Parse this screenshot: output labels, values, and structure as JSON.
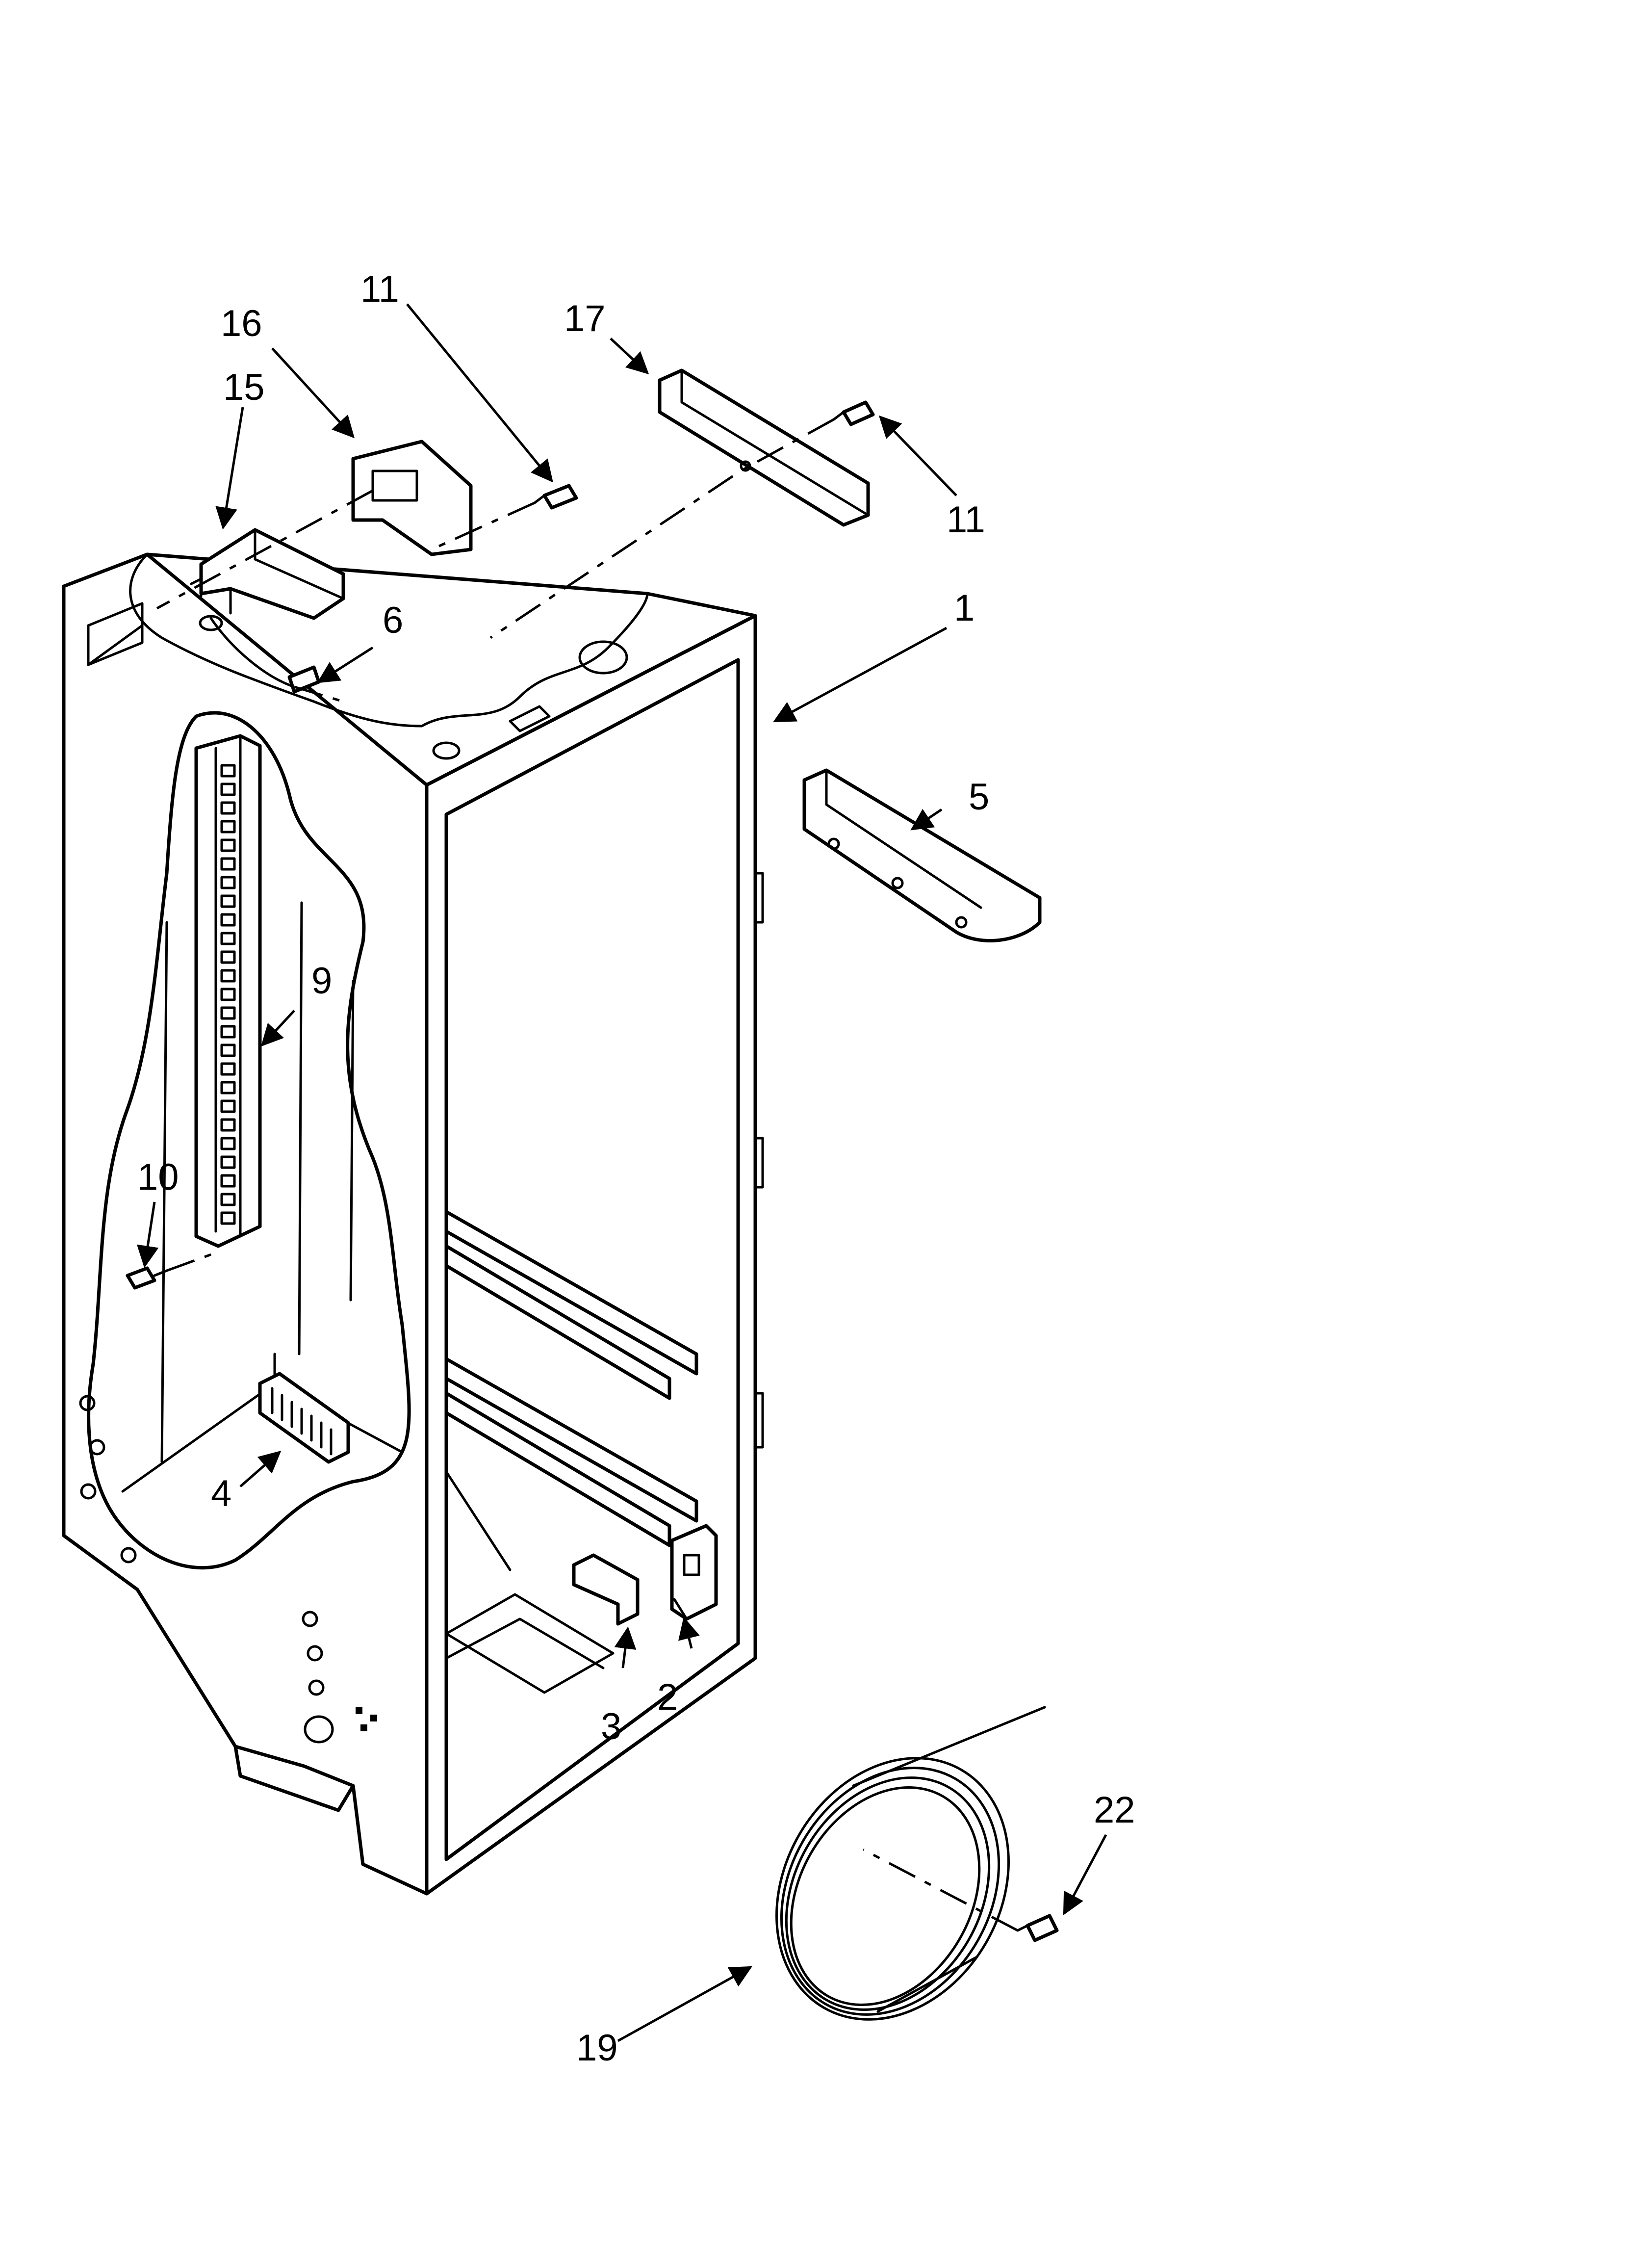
{
  "diagram": {
    "callouts": [
      {
        "id": "c1",
        "label": "1"
      },
      {
        "id": "c2",
        "label": "2"
      },
      {
        "id": "c3",
        "label": "3"
      },
      {
        "id": "c4",
        "label": "4"
      },
      {
        "id": "c5",
        "label": "5"
      },
      {
        "id": "c6",
        "label": "6"
      },
      {
        "id": "c9",
        "label": "9"
      },
      {
        "id": "c10",
        "label": "10"
      },
      {
        "id": "c11a",
        "label": "11"
      },
      {
        "id": "c11b",
        "label": "11"
      },
      {
        "id": "c15",
        "label": "15"
      },
      {
        "id": "c16",
        "label": "16"
      },
      {
        "id": "c17",
        "label": "17"
      },
      {
        "id": "c19",
        "label": "19"
      },
      {
        "id": "c22",
        "label": "22"
      }
    ]
  }
}
